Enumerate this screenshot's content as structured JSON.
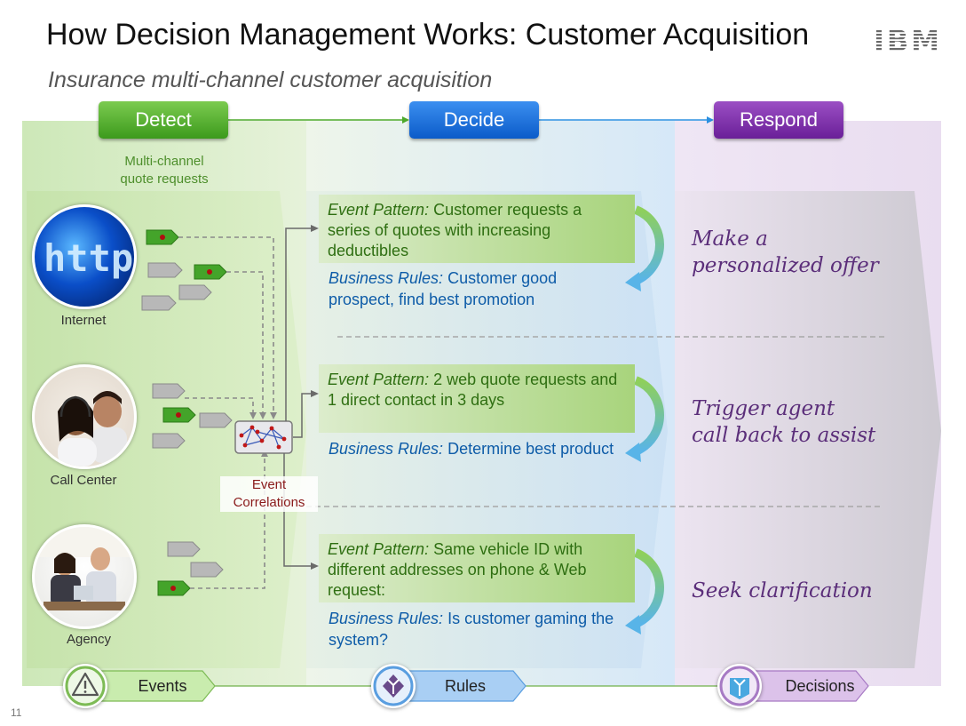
{
  "header": {
    "title": "How Decision Management Works: Customer Acquisition",
    "subtitle": "Insurance multi-channel customer acquisition",
    "logo": "IBM"
  },
  "phases": {
    "detect": "Detect",
    "decide": "Decide",
    "respond": "Respond"
  },
  "detect_caption": [
    "Multi-channel",
    "quote requests"
  ],
  "channels": {
    "internet": "Internet",
    "call_center": "Call Center",
    "agency": "Agency"
  },
  "event_correlations": [
    "Event",
    "Correlations"
  ],
  "rows": [
    {
      "pattern_label": "Event Pattern:",
      "pattern_text": " Customer requests a series of  quotes with increasing deductibles",
      "rules_label": "Business Rules:",
      "rules_text": " Customer good prospect, find best promotion",
      "response_lines": [
        "Make a",
        "personalized offer"
      ]
    },
    {
      "pattern_label": "Event Pattern:",
      "pattern_text": " 2 web quote requests and 1 direct contact in 3 days",
      "rules_label": "Business Rules:",
      "rules_text": " Determine best product",
      "response_lines": [
        "Trigger agent",
        "call back to assist"
      ]
    },
    {
      "pattern_label": "Event Pattern:",
      "pattern_text": " Same vehicle ID with different addresses on phone & Web request:",
      "rules_label": "Business Rules:",
      "rules_text": " Is customer gaming the system?",
      "response_lines": [
        "Seek clarification"
      ]
    }
  ],
  "footer": {
    "events": "Events",
    "rules": "Rules",
    "decisions": "Decisions",
    "page_number": "11"
  },
  "colors": {
    "detect": "#4ca82a",
    "decide": "#1565d8",
    "respond": "#7b2fa8",
    "pattern_text": "#2f6f12",
    "rules_text": "#0e5ca8",
    "response_text": "#5b2e7a"
  }
}
